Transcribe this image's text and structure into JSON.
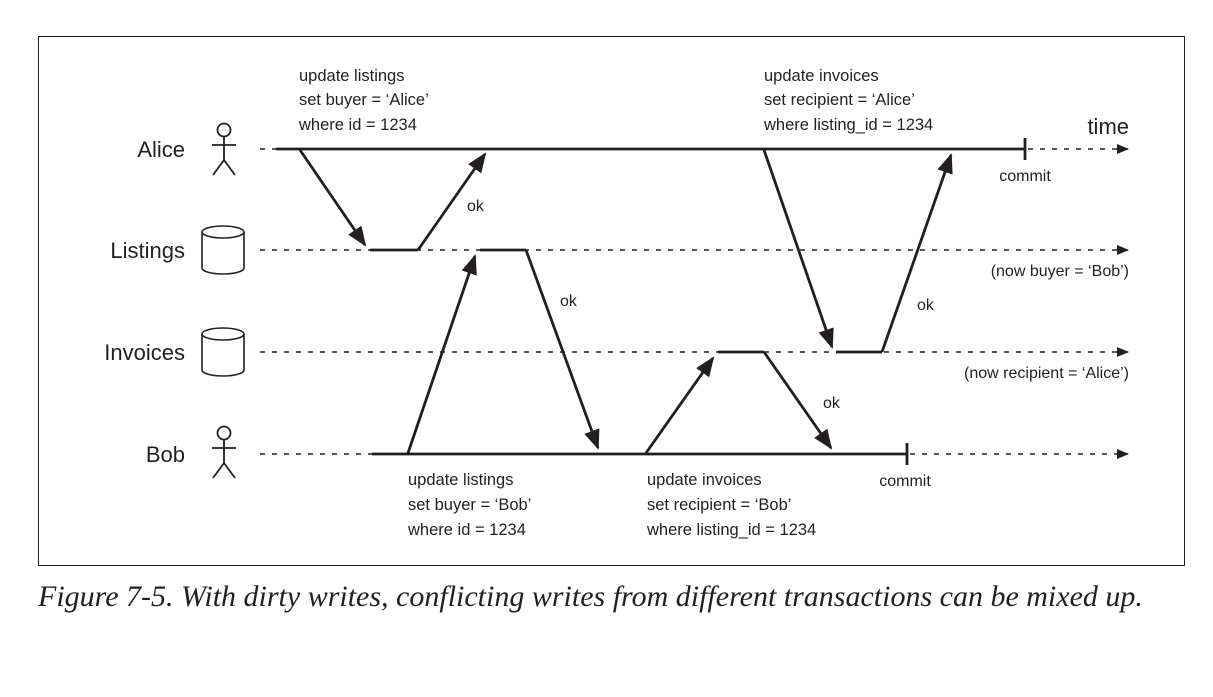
{
  "actors": {
    "alice": "Alice",
    "listings": "Listings",
    "invoices": "Invoices",
    "bob": "Bob"
  },
  "time_label": "time",
  "alice_update_listings": [
    "update listings",
    "set buyer = ‘Alice’",
    "where id = 1234"
  ],
  "alice_update_invoices": [
    "update invoices",
    "set recipient = ‘Alice’",
    "where listing_id = 1234"
  ],
  "bob_update_listings": [
    "update listings",
    "set buyer = ‘Bob’",
    "where id = 1234"
  ],
  "bob_update_invoices": [
    "update invoices",
    "set recipient = ‘Bob’",
    "where listing_id = 1234"
  ],
  "ok_label": "ok",
  "commit_label": "commit",
  "listings_note": "(now buyer = ‘Bob’)",
  "invoices_note": "(now recipient = ‘Alice’)",
  "caption": "Figure 7-5. With dirty writes, conflicting writes from different transactions can be mixed up."
}
